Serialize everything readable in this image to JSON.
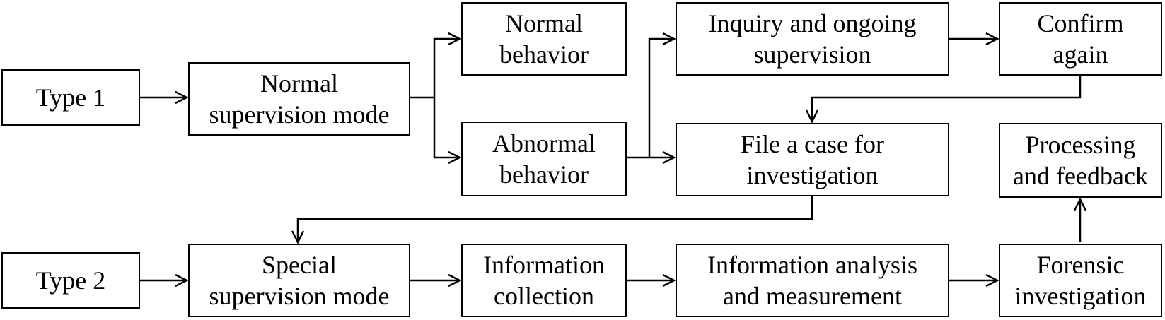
{
  "nodes": {
    "type1": {
      "lines": [
        "Type 1"
      ]
    },
    "normal_mode": {
      "lines": [
        "Normal",
        "supervision mode"
      ]
    },
    "normal_behavior": {
      "lines": [
        "Normal",
        "behavior"
      ]
    },
    "abnormal_behavior": {
      "lines": [
        "Abnormal",
        "behavior"
      ]
    },
    "inquiry": {
      "lines": [
        "Inquiry and ongoing",
        "supervision"
      ]
    },
    "confirm": {
      "lines": [
        "Confirm",
        "again"
      ]
    },
    "file_case": {
      "lines": [
        "File a case for",
        "investigation"
      ]
    },
    "processing": {
      "lines": [
        "Processing",
        "and feedback"
      ]
    },
    "type2": {
      "lines": [
        "Type 2"
      ]
    },
    "special_mode": {
      "lines": [
        "Special",
        "supervision mode"
      ]
    },
    "info_collection": {
      "lines": [
        "Information",
        "collection"
      ]
    },
    "info_analysis": {
      "lines": [
        "Information analysis",
        "and measurement"
      ]
    },
    "forensic": {
      "lines": [
        "Forensic",
        "investigation"
      ]
    }
  },
  "edges": [
    {
      "from": "type1",
      "to": "normal_mode"
    },
    {
      "from": "normal_mode",
      "to": "normal_behavior"
    },
    {
      "from": "normal_mode",
      "to": "abnormal_behavior"
    },
    {
      "from": "abnormal_behavior",
      "to": "inquiry"
    },
    {
      "from": "abnormal_behavior",
      "to": "file_case"
    },
    {
      "from": "inquiry",
      "to": "confirm"
    },
    {
      "from": "confirm",
      "to": "file_case"
    },
    {
      "from": "file_case",
      "to": "special_mode"
    },
    {
      "from": "type2",
      "to": "special_mode"
    },
    {
      "from": "special_mode",
      "to": "info_collection"
    },
    {
      "from": "info_collection",
      "to": "info_analysis"
    },
    {
      "from": "info_analysis",
      "to": "forensic"
    },
    {
      "from": "forensic",
      "to": "processing"
    }
  ],
  "colors": {
    "stroke": "#000000",
    "text": "#000000",
    "background": "#ffffff"
  }
}
